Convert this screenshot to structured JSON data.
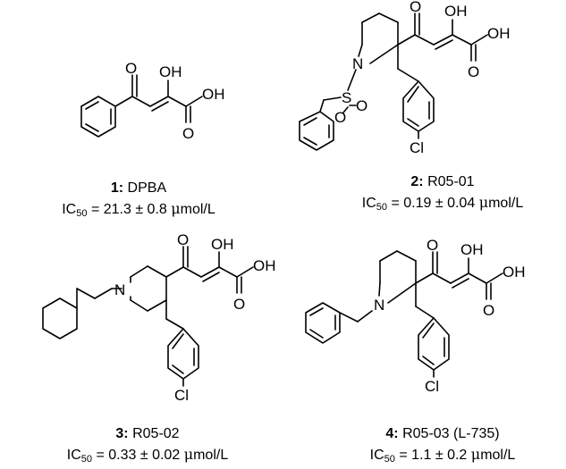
{
  "compounds": [
    {
      "number": "1:",
      "name": "DPBA",
      "ic_prefix": "IC",
      "ic_sub": "50",
      "ic_value": "= 21.3 ± 0.8",
      "ic_mu": "μ",
      "ic_unit": "mol/L",
      "atoms": [
        "O",
        "OH",
        "OH",
        "O"
      ]
    },
    {
      "number": "2:",
      "name": "R05-01",
      "ic_prefix": "IC",
      "ic_sub": "50",
      "ic_value": "= 0.19 ± 0.04",
      "ic_mu": "μ",
      "ic_unit": "mol/L",
      "atoms": [
        "O",
        "OH",
        "OH",
        "O",
        "N",
        "S",
        "O",
        "O",
        "Cl"
      ]
    },
    {
      "number": "3:",
      "name": "R05-02",
      "ic_prefix": "IC",
      "ic_sub": "50",
      "ic_value": "= 0.33 ± 0.02",
      "ic_mu": "μ",
      "ic_unit": "mol/L",
      "atoms": [
        "O",
        "OH",
        "OH",
        "O",
        "N",
        "Cl"
      ]
    },
    {
      "number": "4:",
      "name": "R05-03 (L-735)",
      "ic_prefix": "IC",
      "ic_sub": "50",
      "ic_value": "= 1.1 ± 0.2",
      "ic_mu": "μ",
      "ic_unit": "mol/L",
      "atoms": [
        "O",
        "OH",
        "OH",
        "O",
        "N",
        "Cl"
      ]
    }
  ]
}
